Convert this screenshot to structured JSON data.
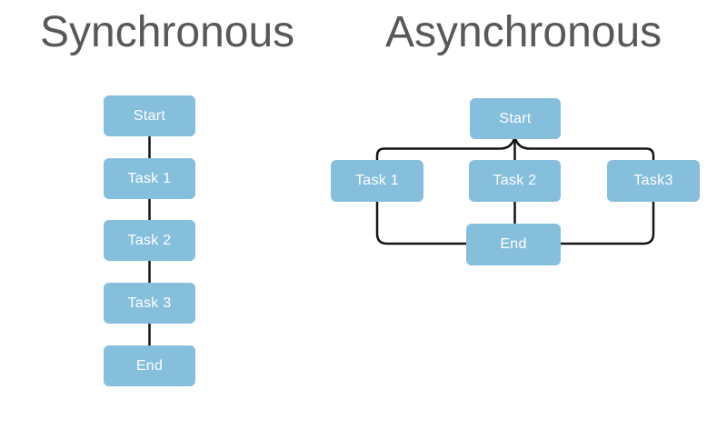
{
  "colors": {
    "background": "#ffffff",
    "node_fill": "#86bfdc",
    "node_text": "#ffffff",
    "connector_line": "#141414",
    "title_text": "#58585a"
  },
  "synchronous": {
    "title": "Synchronous",
    "nodes": [
      "Start",
      "Task 1",
      "Task 2",
      "Task 3",
      "End"
    ],
    "edges": [
      [
        "Start",
        "Task 1"
      ],
      [
        "Task 1",
        "Task 2"
      ],
      [
        "Task 2",
        "Task 3"
      ],
      [
        "Task 3",
        "End"
      ]
    ]
  },
  "asynchronous": {
    "title": "Asynchronous",
    "nodes": [
      "Start",
      "Task 1",
      "Task 2",
      "Task3",
      "End"
    ],
    "edges": [
      [
        "Start",
        "Task 1"
      ],
      [
        "Start",
        "Task 2"
      ],
      [
        "Start",
        "Task3"
      ],
      [
        "Task 1",
        "End"
      ],
      [
        "Task 2",
        "End"
      ],
      [
        "Task3",
        "End"
      ]
    ]
  }
}
